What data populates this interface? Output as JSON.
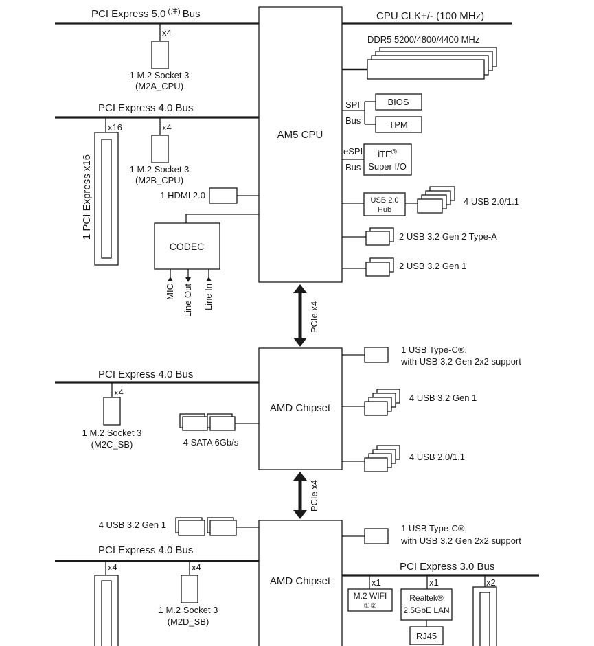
{
  "cpu": {
    "label": "AM5 CPU",
    "clock": "CPU CLK+/- (100 MHz)",
    "memory": "DDR5 5200/4800/4400 MHz"
  },
  "buses": {
    "pcie5": "PCI Express 5.0",
    "pcie5_note": "(注)",
    "pcie5_suffix": "Bus",
    "pcie4_cpu": "PCI Express 4.0 Bus",
    "pcie4_chipset1": "PCI Express 4.0 Bus",
    "pcie4_chipset2": "PCI Express 4.0 Bus",
    "pcie3_chipset2": "PCI Express 3.0 Bus"
  },
  "lanes": {
    "m2a": "x4",
    "x16": "x16",
    "m2b": "x4",
    "m2c": "x4",
    "slot_chipset2": "x4",
    "m2d": "x4",
    "wifi": "x1",
    "lan": "x1",
    "slot_x2": "x2"
  },
  "m2": {
    "a_line1": "1 M.2 Socket 3",
    "a_line2": "(M2A_CPU)",
    "b_line1": "1 M.2 Socket 3",
    "b_line2": "(M2B_CPU)",
    "c_line1": "1 M.2 Socket 3",
    "c_line2": "(M2C_SB)",
    "d_line1": "1 M.2 Socket 3",
    "d_line2": "(M2D_SB)"
  },
  "slots": {
    "pcie_x16": "1 PCI Express x16"
  },
  "display": {
    "hdmi": "1 HDMI 2.0"
  },
  "audio": {
    "codec": "CODEC",
    "mic": "MIC",
    "line_out": "Line Out",
    "line_in": "Line In"
  },
  "spi": {
    "spi": "SPI",
    "bus": "Bus",
    "bios": "BIOS",
    "tpm": "TPM"
  },
  "espi": {
    "espi": "eSPI",
    "bus": "Bus",
    "ite": "iTE",
    "ite_mark": "®",
    "superio": "Super I/O"
  },
  "cpu_usb": {
    "hub_line1": "USB 2.0",
    "hub_line2": "Hub",
    "usb2": "4 USB 2.0/1.1",
    "gen2a": "2 USB 3.2 Gen 2 Type-A",
    "gen1": "2 USB 3.2 Gen 1"
  },
  "links": {
    "pcie_x4_1": "PCIe x4",
    "pcie_x4_2": "PCIe x4"
  },
  "chipset1": {
    "label": "AMD Chipset",
    "typec_line1": "1 USB Type-C®,",
    "typec_line2": "with USB 3.2 Gen 2x2 support",
    "usb3": "4 USB 3.2 Gen 1",
    "usb2": "4 USB 2.0/1.1",
    "sata": "4 SATA 6Gb/s"
  },
  "chipset2": {
    "label": "AMD Chipset",
    "usb3_left": "4 USB 3.2 Gen 1",
    "typec_line1": "1 USB Type-C®,",
    "typec_line2": "with USB 3.2 Gen 2x2 support",
    "wifi_line1": "M.2 WIFI",
    "wifi_line2": "①②",
    "lan_line1": "Realtek®",
    "lan_line2": "2.5GbE LAN",
    "rj45": "RJ45"
  }
}
